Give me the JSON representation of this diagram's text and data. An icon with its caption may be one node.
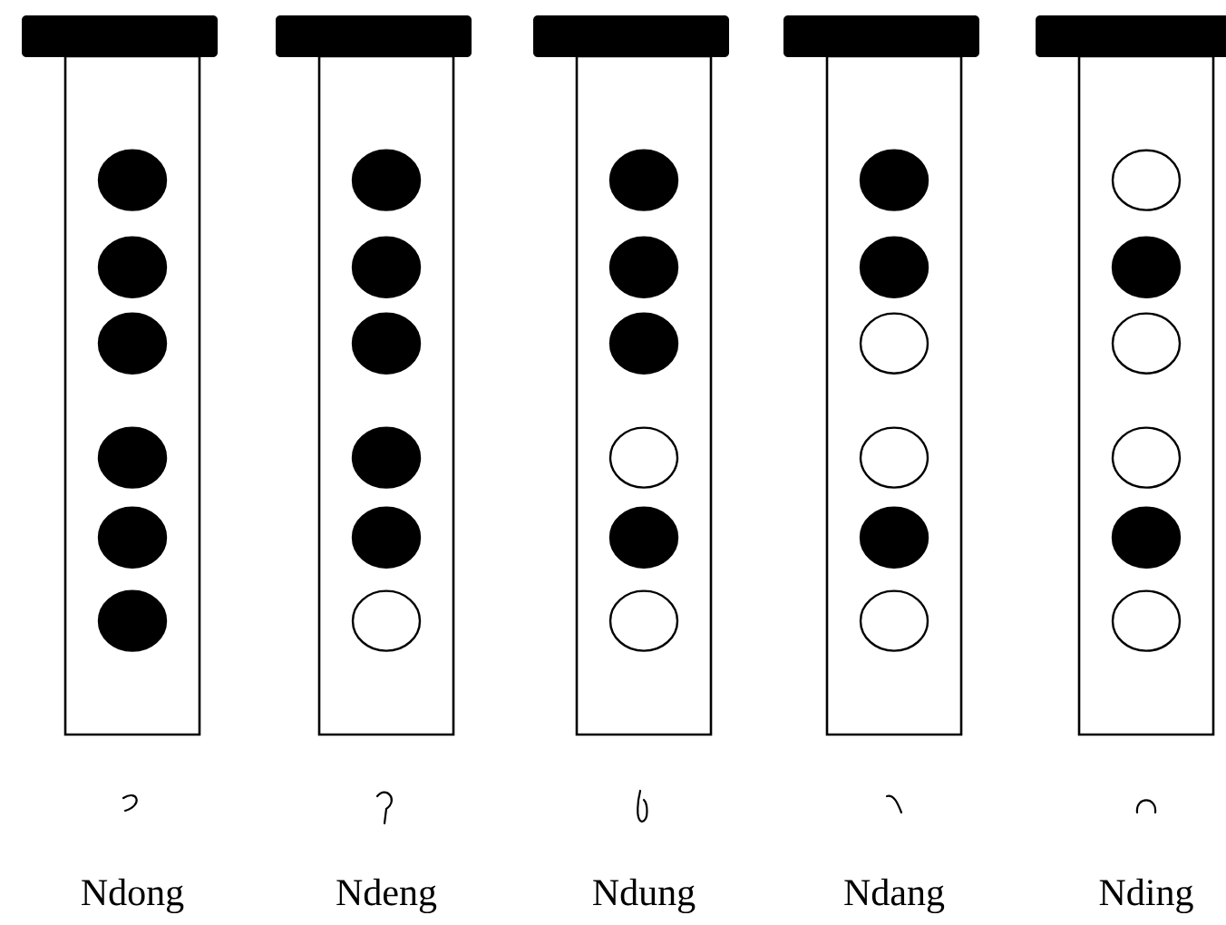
{
  "diagram": {
    "nodes": [
      {
        "text": [],
        "shape": "trapezium"
      },
      {
        "text": [],
        "shape": "tube",
        "beside": [
          "Ndong"
        ]
      },
      {
        "text": [],
        "shape": "dot",
        "in": 1
      },
      {
        "text": [],
        "shape": "dot",
        "in": 1
      },
      {
        "text": [],
        "shape": "dot",
        "in": 1
      },
      {
        "text": [],
        "shape": "dot",
        "in": 1
      },
      {
        "text": [],
        "shape": "dot",
        "in": 1
      },
      {
        "text": [],
        "shape": "dot",
        "in": 1
      },
      {
        "text": [],
        "shape": "trapezium"
      },
      {
        "text": [],
        "shape": "tube",
        "beside": [
          "Ndeng"
        ]
      },
      {
        "text": [],
        "shape": "dot",
        "in": 9
      },
      {
        "text": [],
        "shape": "dot",
        "in": 9
      },
      {
        "text": [],
        "shape": "dot",
        "in": 9
      },
      {
        "text": [],
        "shape": "dot",
        "in": 9
      },
      {
        "text": [],
        "shape": "dot",
        "in": 9
      },
      {
        "text": [],
        "shape": "circle",
        "in": 9
      },
      {
        "text": [],
        "shape": "trapezium"
      },
      {
        "text": [],
        "shape": "tube",
        "beside": [
          "Ndung"
        ]
      },
      {
        "text": [],
        "shape": "dot",
        "in": 17
      },
      {
        "text": [],
        "shape": "dot",
        "in": 17
      },
      {
        "text": [],
        "shape": "dot",
        "in": 17
      },
      {
        "text": [],
        "shape": "circle",
        "in": 17
      },
      {
        "text": [],
        "shape": "dot",
        "in": 17
      },
      {
        "text": [],
        "shape": "circle",
        "in": 17
      },
      {
        "text": [],
        "shape": "trapezium"
      },
      {
        "text": [],
        "shape": "tube",
        "beside": [
          "Ndang"
        ]
      },
      {
        "text": [],
        "shape": "dot",
        "in": 25
      },
      {
        "text": [],
        "shape": "dot",
        "in": 25
      },
      {
        "text": [],
        "shape": "circle",
        "in": 25
      },
      {
        "text": [],
        "shape": "circle",
        "in": 25
      },
      {
        "text": [],
        "shape": "dot",
        "in": 25
      },
      {
        "text": [],
        "shape": "circle",
        "in": 25
      },
      {
        "text": [],
        "shape": "trapezium"
      },
      {
        "text": [],
        "shape": "tube",
        "beside": [
          "Nding"
        ]
      },
      {
        "text": [],
        "shape": "circle",
        "in": 33
      },
      {
        "text": [],
        "shape": "dot",
        "in": 33
      },
      {
        "text": [],
        "shape": "circle",
        "in": 33
      },
      {
        "text": [],
        "shape": "circle",
        "in": 33
      },
      {
        "text": [],
        "shape": "dot",
        "in": 33
      },
      {
        "text": [],
        "shape": "circle",
        "in": 33
      }
    ]
  }
}
